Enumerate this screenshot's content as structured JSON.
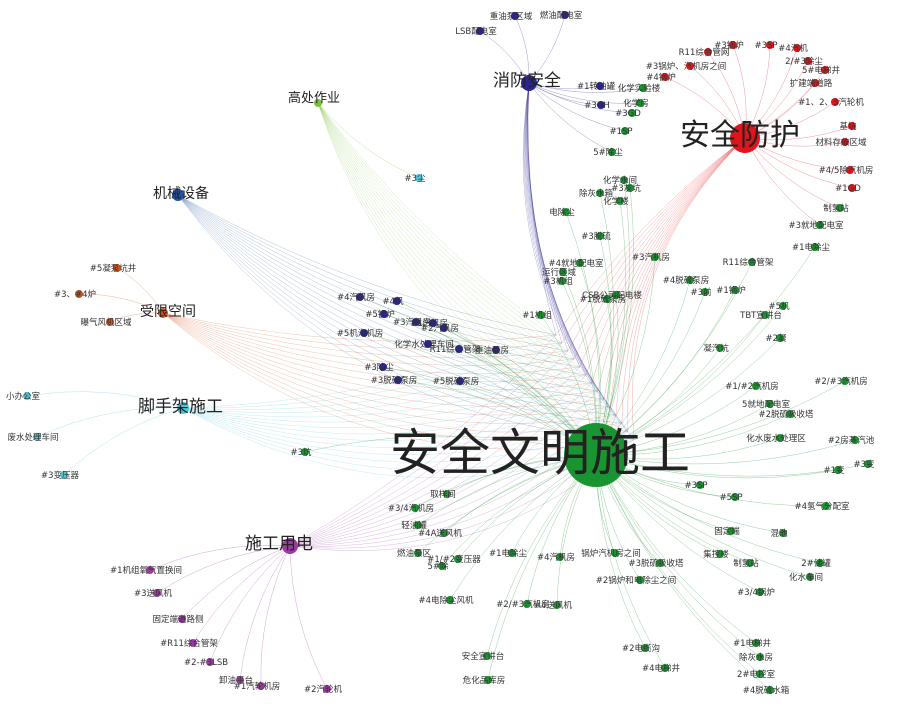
{
  "diagram": {
    "type": "network",
    "colors": {
      "green": "#1a9431",
      "red": "#e0151b",
      "navy": "#2a2491",
      "purple": "#9b3aa2",
      "orange": "#d1541d",
      "cyan": "#52c6d8",
      "lime": "#7cc241",
      "blue": "#23539c"
    },
    "hubs": [
      {
        "id": "safe_construction",
        "label": "安全文明施工",
        "color": "green"
      },
      {
        "id": "safety_protection",
        "label": "安全防护",
        "color": "red"
      },
      {
        "id": "fire_safety",
        "label": "消防安全",
        "color": "navy"
      },
      {
        "id": "high_work",
        "label": "高处作业",
        "color": "lime"
      },
      {
        "id": "machinery",
        "label": "机械设备",
        "color": "blue"
      },
      {
        "id": "confined_space",
        "label": "受限空间",
        "color": "orange"
      },
      {
        "id": "scaffold",
        "label": "脚手架施工",
        "color": "cyan"
      },
      {
        "id": "construction_power",
        "label": "施工用电",
        "color": "purple"
      }
    ],
    "leaves": [
      {
        "label": "重油泵区域",
        "color": "navy",
        "hub": "fire_safety"
      },
      {
        "label": "燃油配电室",
        "color": "navy",
        "hub": "fire_safety"
      },
      {
        "label": "LSB配电室",
        "color": "navy",
        "hub": "fire_safety"
      },
      {
        "label": "#3锅炉",
        "color": "red",
        "hub": "safety_protection"
      },
      {
        "label": "#3SP",
        "color": "red",
        "hub": "safety_protection"
      },
      {
        "label": "#4汽机",
        "color": "red",
        "hub": "safety_protection"
      },
      {
        "label": "R11综合管网",
        "color": "red",
        "hub": "safety_protection"
      },
      {
        "label": "2/#3除尘",
        "color": "red",
        "hub": "safety_protection"
      },
      {
        "label": "#3锅炉、汽机房之间",
        "color": "red",
        "hub": "safety_protection"
      },
      {
        "label": "5#电梯井",
        "color": "red",
        "hub": "safety_protection"
      },
      {
        "label": "扩建端道路",
        "color": "red",
        "hub": "safety_protection"
      },
      {
        "label": "#4锅炉",
        "color": "red",
        "hub": "safety_protection"
      },
      {
        "label": "#1、2、3汽轮机",
        "color": "red",
        "hub": "safety_protection"
      },
      {
        "label": "基坑",
        "color": "red",
        "hub": "safety_protection"
      },
      {
        "label": "材料存放区域",
        "color": "red",
        "hub": "safety_protection"
      },
      {
        "label": "#4/5除汽机房",
        "color": "red",
        "hub": "safety_protection"
      },
      {
        "label": "#1GD",
        "color": "red",
        "hub": "safety_protection"
      },
      {
        "label": "制氢站",
        "color": "green",
        "hub": "safety_protection"
      },
      {
        "label": "#3就地配电室",
        "color": "green",
        "hub": "safety_protection"
      },
      {
        "label": "#1转油罐",
        "color": "navy",
        "hub": "fire_safety"
      },
      {
        "label": "化学实验楼",
        "color": "green",
        "hub": "fire_safety"
      },
      {
        "label": "#3GH",
        "color": "navy",
        "hub": "fire_safety"
      },
      {
        "label": "化学房",
        "color": "green",
        "hub": "fire_safety"
      },
      {
        "label": "#3GD",
        "color": "green",
        "hub": "fire_safety"
      },
      {
        "label": "#1SP",
        "color": "green",
        "hub": "fire_safety"
      },
      {
        "label": "5#除尘",
        "color": "green",
        "hub": "fire_safety"
      },
      {
        "label": "#3尘",
        "color": "cyan",
        "hub": "high_work"
      },
      {
        "label": "#5凝泵坑井",
        "color": "orange",
        "hub": "confined_space"
      },
      {
        "label": "#3、#4炉",
        "color": "orange",
        "hub": "confined_space"
      },
      {
        "label": "曝气风机区域",
        "color": "orange",
        "hub": "confined_space"
      },
      {
        "label": "小办公室",
        "color": "cyan",
        "hub": "scaffold"
      },
      {
        "label": "废水处理车间",
        "color": "cyan",
        "hub": "scaffold"
      },
      {
        "label": "#3变压器",
        "color": "cyan",
        "hub": "scaffold"
      },
      {
        "label": "#1机组氧气置换间",
        "color": "purple",
        "hub": "construction_power"
      },
      {
        "label": "#3送风机",
        "color": "purple",
        "hub": "construction_power"
      },
      {
        "label": "固定端道路侧",
        "color": "purple",
        "hub": "construction_power"
      },
      {
        "label": "#R11综合管架",
        "color": "purple",
        "hub": "construction_power"
      },
      {
        "label": "#2-#3LSB",
        "color": "purple",
        "hub": "construction_power"
      },
      {
        "label": "卸油平台",
        "color": "purple",
        "hub": "construction_power"
      },
      {
        "label": "#1汽轮机房",
        "color": "purple",
        "hub": "construction_power"
      },
      {
        "label": "#2汽轮机",
        "color": "purple",
        "hub": "construction_power"
      },
      {
        "label": "#3脱硫",
        "color": "green",
        "hub": "safe_construction"
      },
      {
        "label": "#4汽机房",
        "color": "navy",
        "hub": "safe_construction"
      },
      {
        "label": "#4机",
        "color": "navy",
        "hub": "safe_construction"
      },
      {
        "label": "#5锅炉",
        "color": "navy",
        "hub": "safe_construction"
      },
      {
        "label": "#3汽机房",
        "color": "navy",
        "hub": "safe_construction"
      },
      {
        "label": "#1汽机房",
        "color": "navy",
        "hub": "safe_construction"
      },
      {
        "label": "#2汽机房",
        "color": "navy",
        "hub": "safe_construction"
      },
      {
        "label": "化学水处理车间",
        "color": "navy",
        "hub": "safe_construction"
      },
      {
        "label": "R11综合管架",
        "color": "navy",
        "hub": "safe_construction"
      },
      {
        "label": "重油泵房",
        "color": "navy",
        "hub": "safe_construction"
      },
      {
        "label": "#3除尘",
        "color": "navy",
        "hub": "safe_construction"
      },
      {
        "label": "#3脱硫泵房",
        "color": "navy",
        "hub": "safe_construction"
      },
      {
        "label": "#5脱硫泵房",
        "color": "navy",
        "hub": "safe_construction"
      },
      {
        "label": "#5机汽机房",
        "color": "navy",
        "hub": "safe_construction"
      },
      {
        "label": "#3坑",
        "color": "green",
        "hub": "safe_construction"
      },
      {
        "label": "取样间",
        "color": "green",
        "hub": "safe_construction"
      },
      {
        "label": "#3/4汽机房",
        "color": "green",
        "hub": "safe_construction"
      },
      {
        "label": "轻油罐",
        "color": "green",
        "hub": "safe_construction"
      },
      {
        "label": "#4A送风机",
        "color": "green",
        "hub": "safe_construction"
      },
      {
        "label": "燃油泵区",
        "color": "green",
        "hub": "safe_construction"
      },
      {
        "label": "5#除",
        "color": "green",
        "hub": "safe_construction"
      },
      {
        "label": "#1/#2变压器",
        "color": "green",
        "hub": "safe_construction"
      },
      {
        "label": "#1电除尘",
        "color": "green",
        "hub": "safe_construction"
      },
      {
        "label": "#4汽机房",
        "color": "green",
        "hub": "safe_construction"
      },
      {
        "label": "锅炉汽机房之间",
        "color": "green",
        "hub": "safe_construction"
      },
      {
        "label": "#3脱硫吸收塔",
        "color": "green",
        "hub": "safe_construction"
      },
      {
        "label": "集控楼",
        "color": "green",
        "hub": "safe_construction"
      },
      {
        "label": "2#储罐",
        "color": "green",
        "hub": "safe_construction"
      },
      {
        "label": "制氢站",
        "color": "green",
        "hub": "safe_construction"
      },
      {
        "label": "化水车间",
        "color": "green",
        "hub": "safe_construction"
      },
      {
        "label": "#3/4锅炉",
        "color": "green",
        "hub": "safe_construction"
      },
      {
        "label": "#4电除尘风机",
        "color": "green",
        "hub": "safe_construction"
      },
      {
        "label": "#2/#3汽机房",
        "color": "green",
        "hub": "safe_construction"
      },
      {
        "label": "#4送风机",
        "color": "green",
        "hub": "safe_construction"
      },
      {
        "label": "#2锅炉和电除尘之间",
        "color": "green",
        "hub": "safe_construction"
      },
      {
        "label": "安全宣讲台",
        "color": "green",
        "hub": "safe_construction"
      },
      {
        "label": "危化品库房",
        "color": "green",
        "hub": "safe_construction"
      },
      {
        "label": "#4电梯井",
        "color": "green",
        "hub": "safe_construction"
      },
      {
        "label": "#4脱硫水箱",
        "color": "green",
        "hub": "safe_construction"
      },
      {
        "label": "#1电梯井",
        "color": "green",
        "hub": "safe_construction"
      },
      {
        "label": "2#电控室",
        "color": "green",
        "hub": "safe_construction"
      },
      {
        "label": "除灰水房",
        "color": "green",
        "hub": "safe_construction"
      },
      {
        "label": "#2电缆沟",
        "color": "green",
        "hub": "safe_construction"
      },
      {
        "label": "固定端",
        "color": "green",
        "hub": "safe_construction"
      },
      {
        "label": "混池",
        "color": "green",
        "hub": "safe_construction"
      },
      {
        "label": "#4氢气分配室",
        "color": "green",
        "hub": "safe_construction"
      },
      {
        "label": "#3变",
        "color": "green",
        "hub": "safe_construction"
      },
      {
        "label": "#1变",
        "color": "green",
        "hub": "safe_construction"
      },
      {
        "label": "#2房蒸汽池",
        "color": "green",
        "hub": "safe_construction"
      },
      {
        "label": "化水废水处理区",
        "color": "green",
        "hub": "safe_construction"
      },
      {
        "label": "5就地配电室",
        "color": "green",
        "hub": "safe_construction"
      },
      {
        "label": "#2脱硫吸收塔",
        "color": "green",
        "hub": "safe_construction"
      },
      {
        "label": "#1/#2汽机房",
        "color": "green",
        "hub": "safe_construction"
      },
      {
        "label": "#2/#3汽机房",
        "color": "green",
        "hub": "safe_construction"
      },
      {
        "label": "#5SP",
        "color": "green",
        "hub": "safe_construction"
      },
      {
        "label": "#3SP",
        "color": "green",
        "hub": "safe_construction"
      },
      {
        "label": "凝汽坑",
        "color": "green",
        "hub": "safe_construction"
      },
      {
        "label": "#2凝",
        "color": "green",
        "hub": "safe_construction"
      },
      {
        "label": "TBT宣讲台",
        "color": "green",
        "hub": "safe_construction"
      },
      {
        "label": "#5机",
        "color": "green",
        "hub": "safe_construction"
      },
      {
        "label": "#1锅炉",
        "color": "green",
        "hub": "safe_construction"
      },
      {
        "label": "#3前",
        "color": "green",
        "hub": "safe_construction"
      },
      {
        "label": "#1电除尘",
        "color": "green",
        "hub": "safe_construction"
      },
      {
        "label": "R11综合管架",
        "color": "green",
        "hub": "safe_construction"
      },
      {
        "label": "#3汽机房",
        "color": "green",
        "hub": "safe_construction"
      },
      {
        "label": "#4脱硫泵房",
        "color": "green",
        "hub": "safe_construction"
      },
      {
        "label": "#1脱硫泵房",
        "color": "green",
        "hub": "safe_construction"
      },
      {
        "label": "CSB公司配电楼",
        "color": "green",
        "hub": "safe_construction"
      },
      {
        "label": "#4就地配电室",
        "color": "green",
        "hub": "safe_construction"
      },
      {
        "label": "运行区域",
        "color": "green",
        "hub": "safe_construction"
      },
      {
        "label": "#1机组",
        "color": "green",
        "hub": "safe_construction"
      },
      {
        "label": "#3机组",
        "color": "green",
        "hub": "safe_construction"
      },
      {
        "label": "电除尘",
        "color": "green",
        "hub": "safe_construction"
      },
      {
        "label": "除灰水箱",
        "color": "green",
        "hub": "safe_construction"
      },
      {
        "label": "化学楼",
        "color": "green",
        "hub": "safe_construction"
      },
      {
        "label": "化学水间",
        "color": "green",
        "hub": "safe_construction"
      },
      {
        "label": "#3灰坑",
        "color": "green",
        "hub": "safe_construction"
      }
    ]
  }
}
